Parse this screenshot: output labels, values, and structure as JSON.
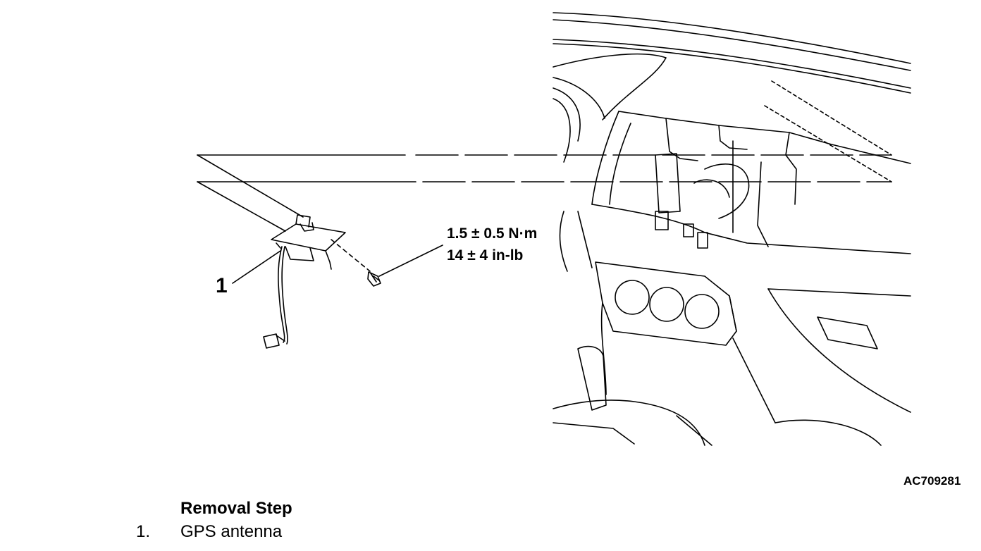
{
  "figure": {
    "figure_id": "AC709281",
    "callout_number": "1",
    "torque": {
      "metric": "1.5 ± 0.5 N·m",
      "imperial": "14 ± 4 in-lb"
    }
  },
  "removal": {
    "title": "Removal Step",
    "steps": [
      {
        "number": "1.",
        "label": "GPS antenna"
      }
    ]
  },
  "colors": {
    "ink": "#000000",
    "background": "#ffffff"
  }
}
